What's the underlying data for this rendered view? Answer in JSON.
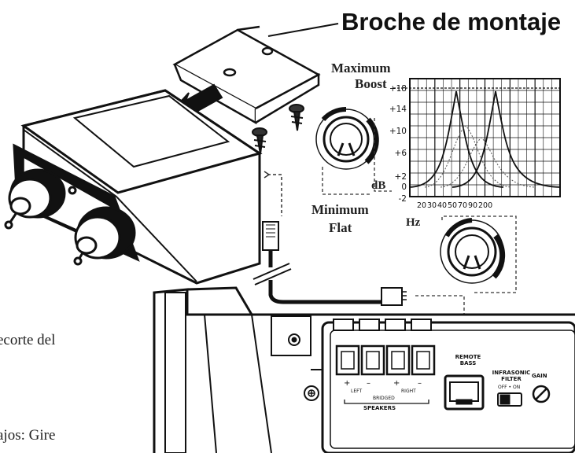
{
  "title": "Broche de montaje",
  "boost_knob": {
    "max_label": "Maximum",
    "max_sub": "Boost",
    "min_label": "Minimum",
    "min_sub": "Flat",
    "unit": "dB"
  },
  "freq_knob": {
    "unit": "Hz"
  },
  "eq_chart": {
    "y_ticks": [
      "+18",
      "+14",
      "+10",
      "+6",
      "+2",
      "0",
      "-2"
    ],
    "x_ticks": [
      "20",
      "30",
      "40",
      "50",
      "70",
      "90",
      "200"
    ]
  },
  "amplifier": {
    "remote_bass": "REMOTE BASS",
    "infrasonic_filter": "INFRASONIC FILTER",
    "filter_switch": "OFF • ON",
    "gain": "GAIN",
    "speakers": "SPEAKERS",
    "left": "LEFT",
    "right": "RIGHT",
    "bridged": "BRIDGED",
    "plus": "+",
    "minus": "–"
  },
  "body_text": {
    "fragment_1": "ecorte del",
    "fragment_2": "ajos: Gire"
  }
}
